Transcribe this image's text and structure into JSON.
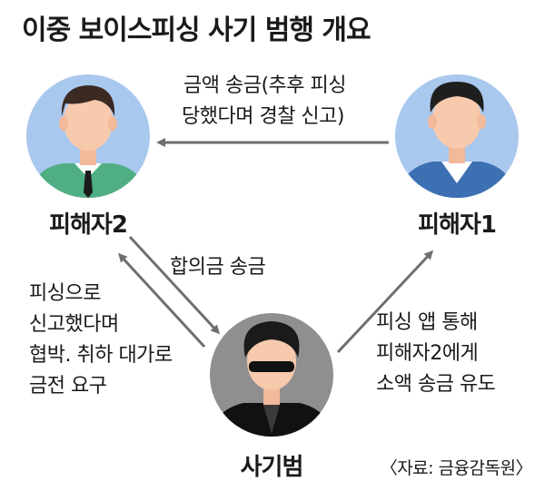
{
  "title": "이중 보이스피싱 사기 범행 개요",
  "nodes": {
    "victim2": {
      "label": "피해자2"
    },
    "victim1": {
      "label": "피해자1"
    },
    "scammer": {
      "label": "사기범"
    }
  },
  "edges": {
    "victim1_to_victim2": {
      "line1": "금액 송금(추후 피싱",
      "line2": "당했다며 경찰 신고)"
    },
    "victim2_to_scammer": {
      "line1": "합의금 송금"
    },
    "scammer_to_victim2": {
      "line1": "피싱으로",
      "line2": "신고했다며",
      "line3": "협박. 취하 대가로",
      "line4": "금전 요구"
    },
    "scammer_to_victim1": {
      "line1": "피싱 앱 통해",
      "line2": "피해자2에게",
      "line3": "소액 송금 유도"
    }
  },
  "source": "〈자료: 금융감독원〉",
  "colors": {
    "victim_circle": "#a9c8ee",
    "scammer_circle": "#8f8f8f",
    "arrow": "#6f6f6f",
    "skin": "#f7c9ad",
    "hair": "#2b2b2b"
  }
}
